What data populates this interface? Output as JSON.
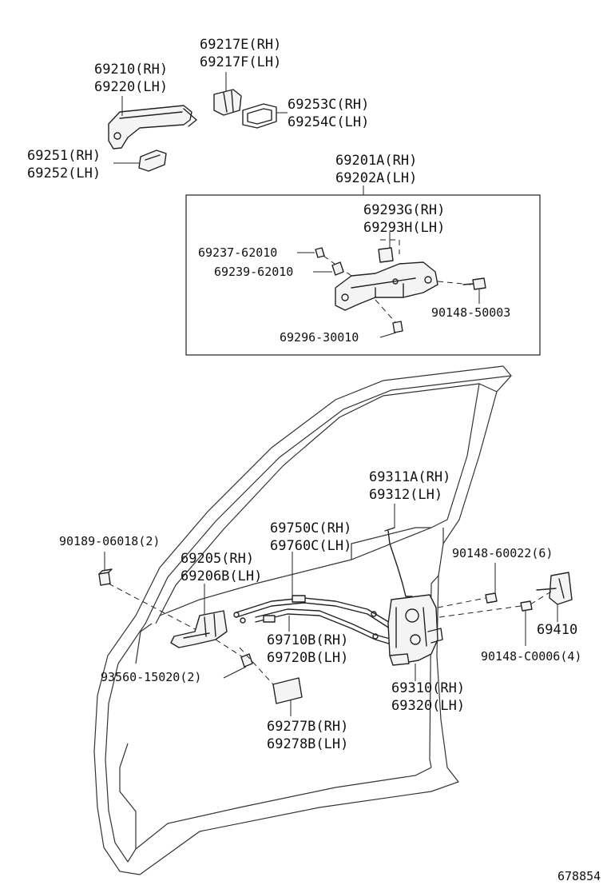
{
  "labels": {
    "outer_handle_rh": "69210(RH)",
    "outer_handle_lh": "69220(LH)",
    "handle_cover_rh": "69217E(RH)",
    "handle_cover_lh": "69217F(LH)",
    "pad_rh": "69253C(RH)",
    "pad_lh": "69254C(LH)",
    "pad2_rh": "69251(RH)",
    "pad2_lh": "69252(LH)",
    "frame_assy_rh": "69201A(RH)",
    "frame_assy_lh": "69202A(LH)",
    "bracket_rh": "69293G(RH)",
    "bracket_lh": "69293H(LH)",
    "clip_a": "69237-62010",
    "clip_b": "69239-62010",
    "screw_a": "90148-50003",
    "clip_c": "69296-30010",
    "rod_rh": "69311A(RH)",
    "rod_lh": "69312(LH)",
    "cable_rh": "69750C(RH)",
    "cable_lh": "69760C(LH)",
    "nut_clip": "90189-06018(2)",
    "inner_handle_rh": "69205(RH)",
    "inner_handle_lh": "69206B(LH)",
    "screw_b": "90148-60022(6)",
    "striker": "69410",
    "screw_c": "90148-C0006(4)",
    "cable2_rh": "69710B(RH)",
    "cable2_lh": "69720B(LH)",
    "screw_d": "93560-15020(2)",
    "lock_rh": "69310(RH)",
    "lock_lh": "69320(LH)",
    "bezel_rh": "69277B(RH)",
    "bezel_lh": "69278B(LH)",
    "diagram_no": "678854"
  }
}
